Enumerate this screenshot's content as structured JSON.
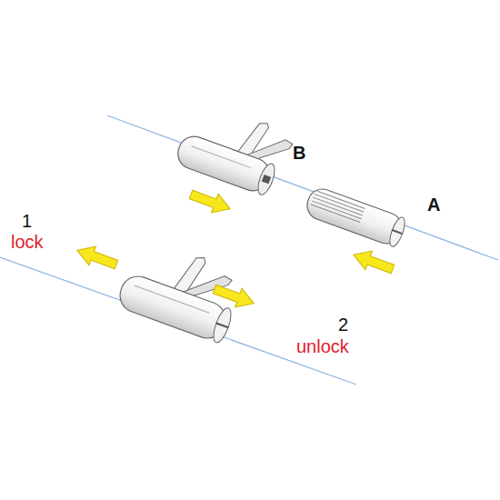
{
  "diagram": {
    "labels": [
      "B",
      "A",
      "1",
      "lock",
      "2",
      "unlock"
    ]
  }
}
